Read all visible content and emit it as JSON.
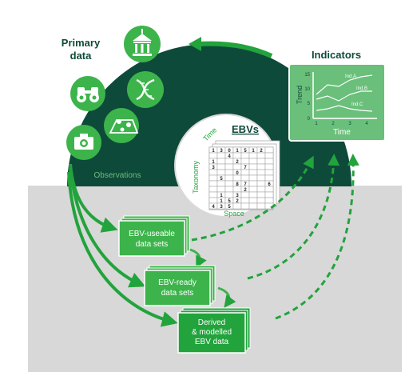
{
  "labels": {
    "primary_data_line1": "Primary",
    "primary_data_line2": "data",
    "indicators": "Indicators",
    "observations": "Observations",
    "ebvs": "EBVs",
    "time": "Time",
    "taxonomy": "Taxonomy",
    "space": "Space"
  },
  "boxes": {
    "useable": [
      "EBV-useable",
      "data sets"
    ],
    "ready": [
      "EBV-ready",
      "data sets"
    ],
    "derived": [
      "Derived",
      "& modelled",
      "EBV data"
    ]
  },
  "indicator_chart": {
    "ylabel": "Trend",
    "xlabel": "Time",
    "y_ticks": [
      "0",
      "5",
      "10",
      "15"
    ],
    "x_ticks": [
      "1",
      "2",
      "3",
      "4"
    ],
    "series_labels": [
      "Ind.A",
      "Ind.B",
      "Ind.C"
    ]
  },
  "grid_cells": [
    [
      "1",
      "3",
      "0",
      "1",
      "5",
      "1",
      "2",
      ""
    ],
    [
      "",
      "",
      "4",
      "",
      "",
      "",
      "",
      ""
    ],
    [
      "1",
      "",
      "",
      "2",
      "",
      "",
      "",
      ""
    ],
    [
      "3",
      "",
      "",
      "",
      "7",
      "",
      "",
      ""
    ],
    [
      "",
      "",
      "",
      "0",
      "",
      "",
      "",
      ""
    ],
    [
      "",
      "5",
      "",
      "",
      "",
      "",
      "",
      ""
    ],
    [
      "",
      "",
      "",
      "8",
      "7",
      "",
      "",
      "6"
    ],
    [
      "",
      "",
      "",
      "",
      "2",
      "",
      "",
      ""
    ],
    [
      "",
      "1",
      "",
      "3",
      "",
      "",
      "",
      ""
    ],
    [
      "",
      "1",
      "5",
      "2",
      "",
      "",
      "",
      ""
    ],
    [
      "4",
      "3",
      "5",
      "",
      "",
      "",
      "",
      ""
    ]
  ],
  "icons": [
    "museum-icon",
    "dna-icon",
    "binoculars-icon",
    "map-pins-icon",
    "camera-icon"
  ],
  "colors": {
    "dark_green": "#0e4a3a",
    "bright_green": "#22a33c",
    "light_green": "#3cb44b",
    "gray_panel": "#d8d8d8",
    "indicator_bg": "#6abf7a"
  }
}
